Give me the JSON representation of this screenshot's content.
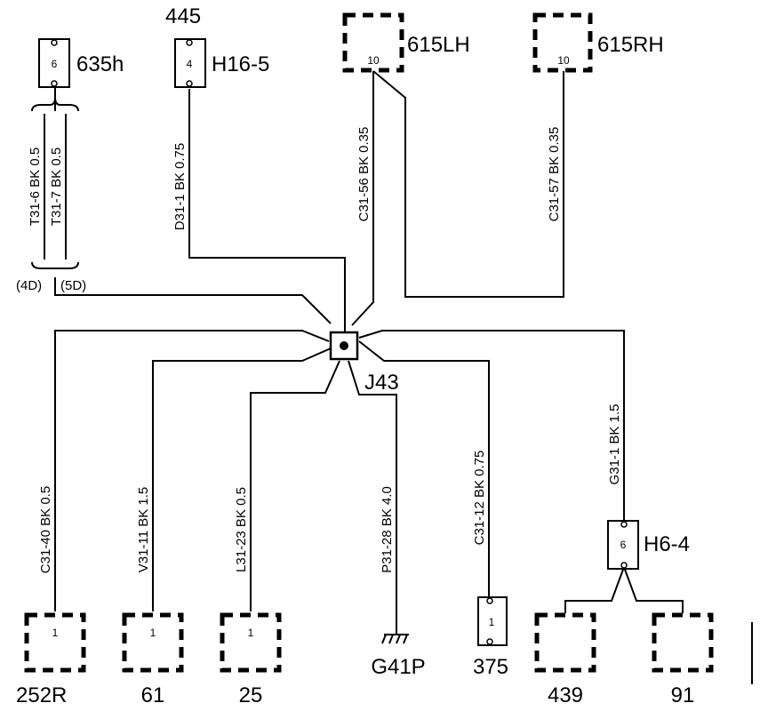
{
  "connectors": {
    "c635h": {
      "name": "635h",
      "pin": "6"
    },
    "c445": {
      "top": "445",
      "name": "H16-5",
      "pin": "4"
    },
    "c615lh": {
      "name": "615LH",
      "pin": "10"
    },
    "c615rh": {
      "name": "615RH",
      "pin": "10"
    },
    "c252r": {
      "name": "252R",
      "pin": "1"
    },
    "c61": {
      "name": "61",
      "pin": "1"
    },
    "c25": {
      "name": "25",
      "pin": "1"
    },
    "c375": {
      "name": "375",
      "pin": "1"
    },
    "c439": {
      "name": "439"
    },
    "c91": {
      "name": "91"
    },
    "h64": {
      "name": "H6-4",
      "pin": "6"
    }
  },
  "splice": {
    "name": "J43"
  },
  "ground": {
    "name": "G41P"
  },
  "wires": {
    "t316": "T31-6  BK  0.5",
    "t317": "T31-7  BK  0.5",
    "d311": "D31-1  BK  0.75",
    "c3156": "C31-56  BK  0.35",
    "c3157": "C31-57  BK  0.35",
    "c3140": "C31-40  BK  0.5",
    "v3111": "V31-11  BK  1.5",
    "l3123": "L31-23  BK  0.5",
    "p3128": "P31-28  BK  4.0",
    "c3112": "C31-12  BK  0.75",
    "g311": "G31-1  BK  1.5"
  },
  "variants": {
    "v4d": "(4D)",
    "v5d": "(5D)"
  }
}
